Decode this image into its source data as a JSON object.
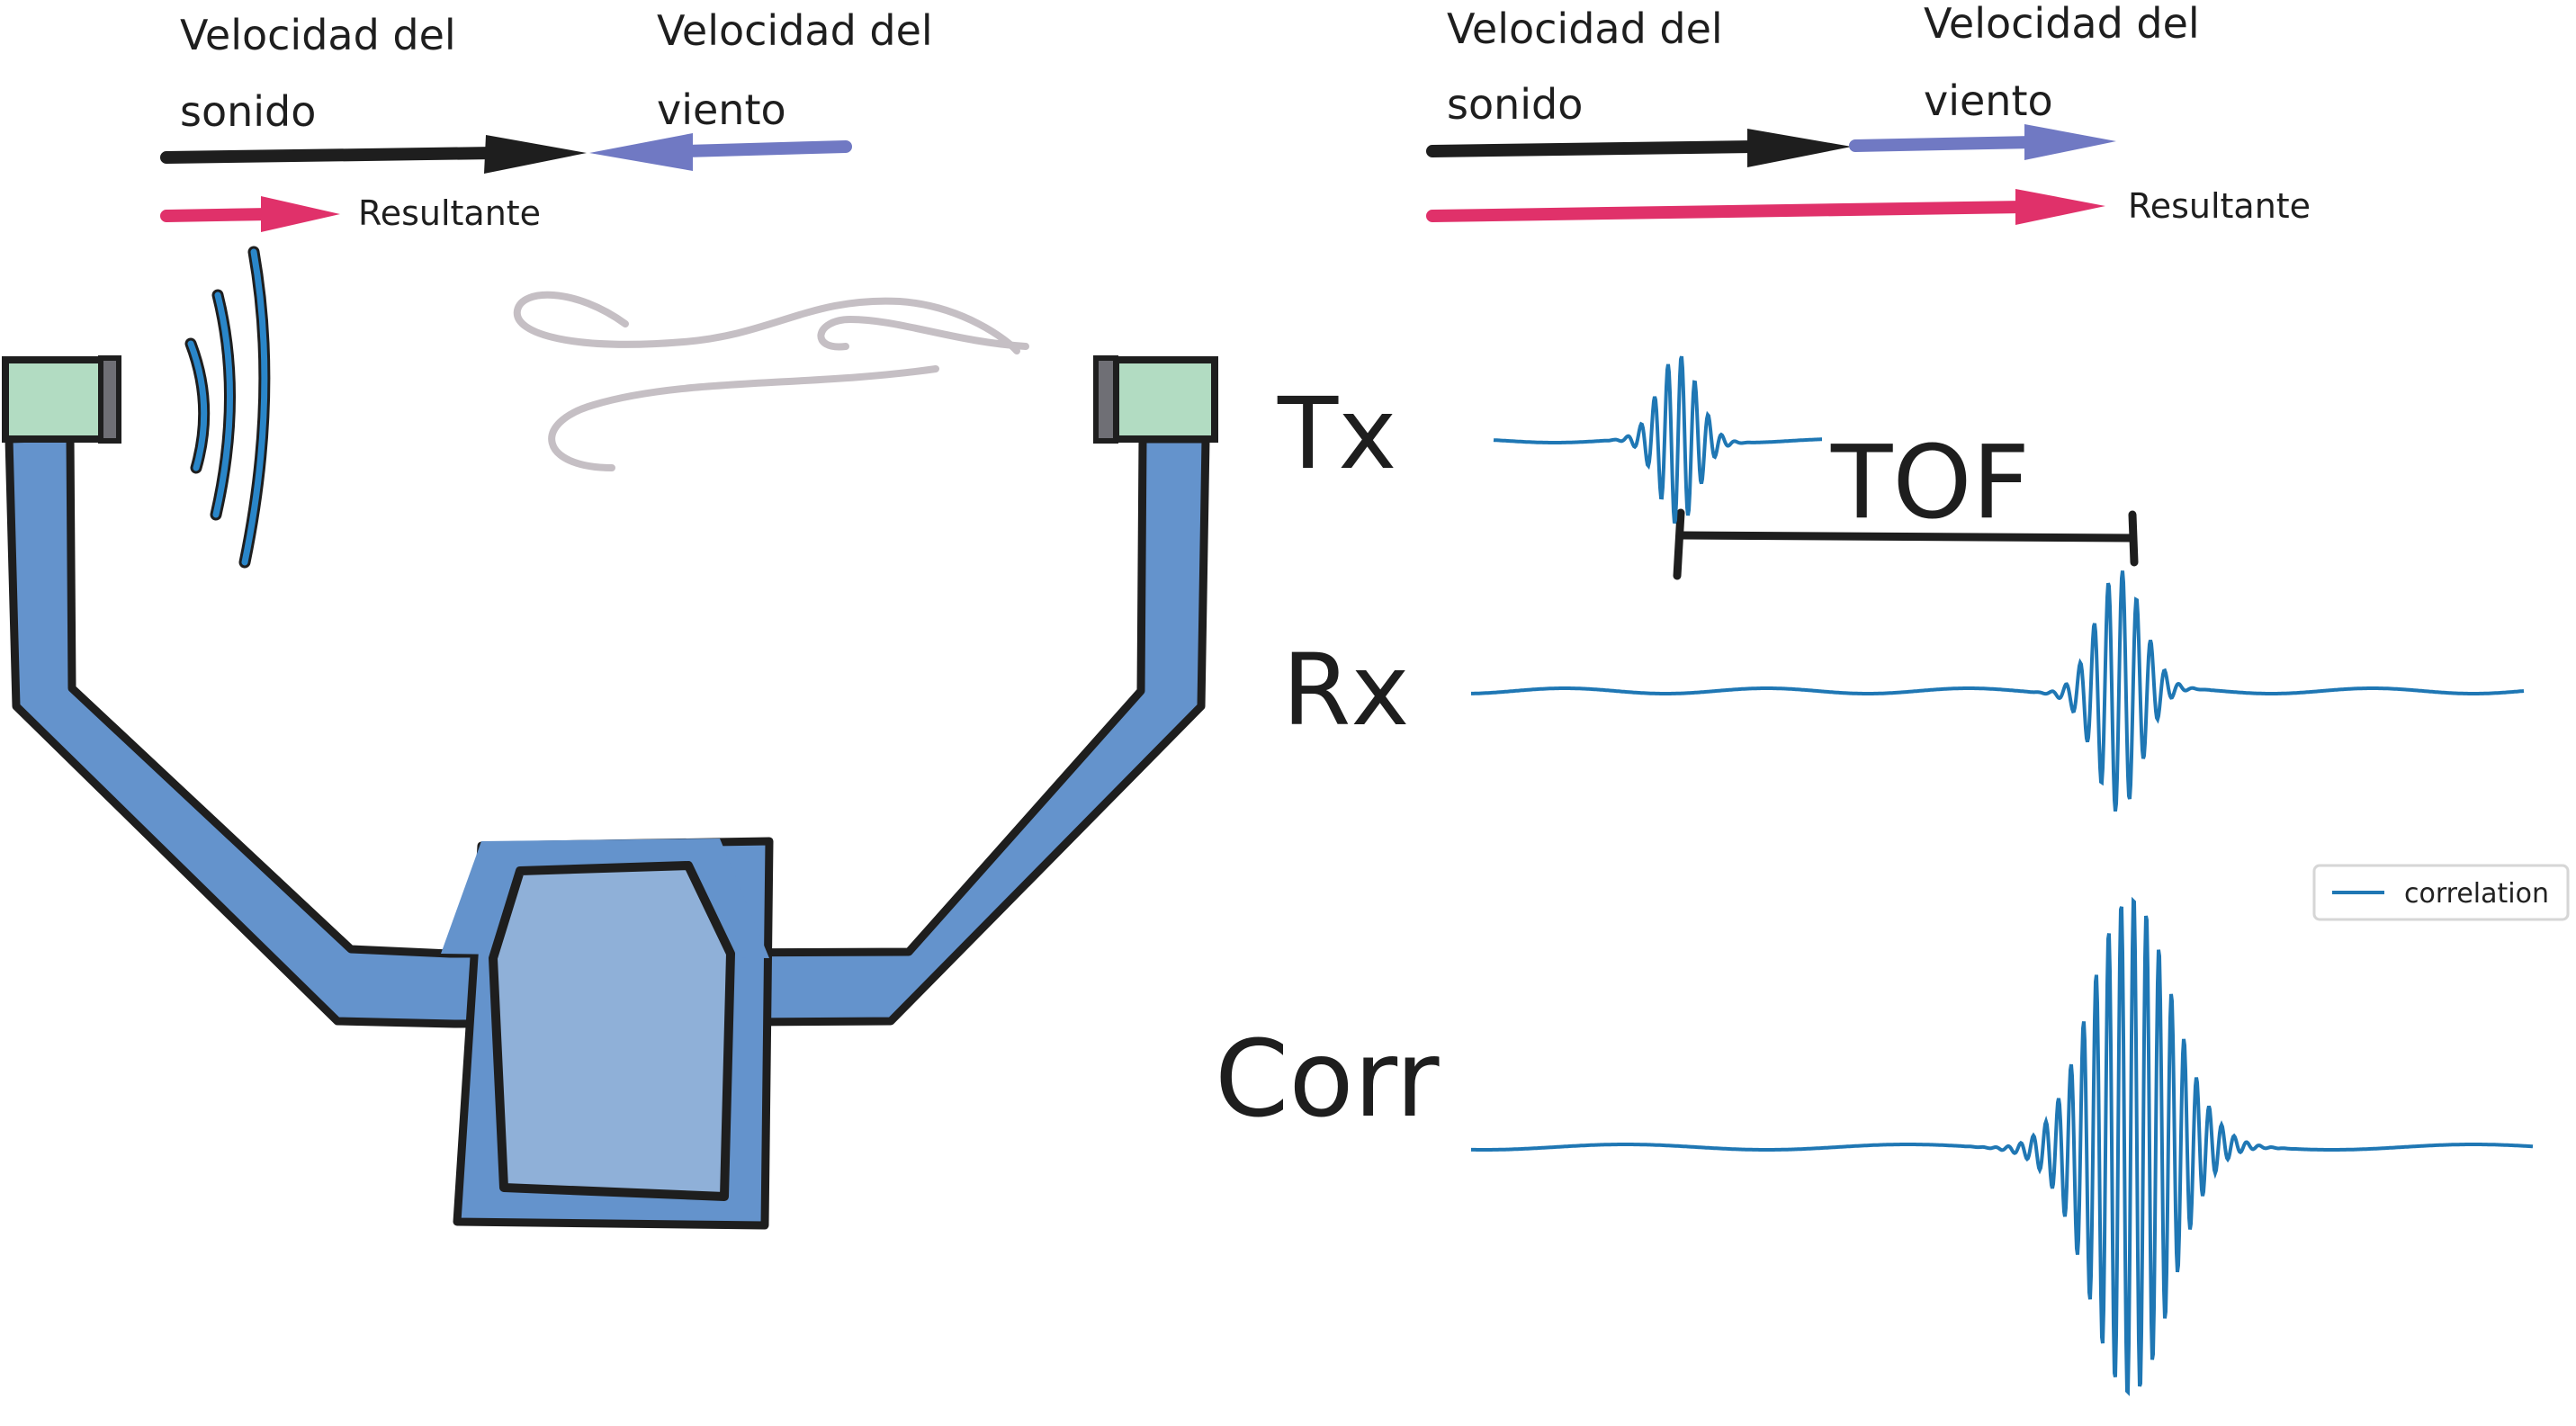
{
  "left_vectors": {
    "sound_label_line1": "Velocidad del",
    "sound_label_line2": "sonido",
    "wind_label_line1": "Velocidad del",
    "wind_label_line2": "viento",
    "resultant_label": "Resultante"
  },
  "right_vectors": {
    "sound_label_line1": "Velocidad del",
    "sound_label_line2": "sonido",
    "wind_label_line1": "Velocidad del",
    "wind_label_line2": "viento",
    "resultant_label": "Resultante"
  },
  "signals": {
    "tx_label": "Tx",
    "rx_label": "Rx",
    "corr_label": "Corr",
    "tof_label": "TOF",
    "legend_label": "correlation"
  },
  "colors": {
    "sound_vector": "#1e1e1e",
    "wind_vector": "#7079c3",
    "resultant_vector": "#e0316a",
    "device_body": "#6493cc",
    "device_panel": "#8fb0d8",
    "sensor_head": "#b2dcc2",
    "signal_wave": "#1f77b4",
    "wind_gust": "#c5bfc4"
  }
}
